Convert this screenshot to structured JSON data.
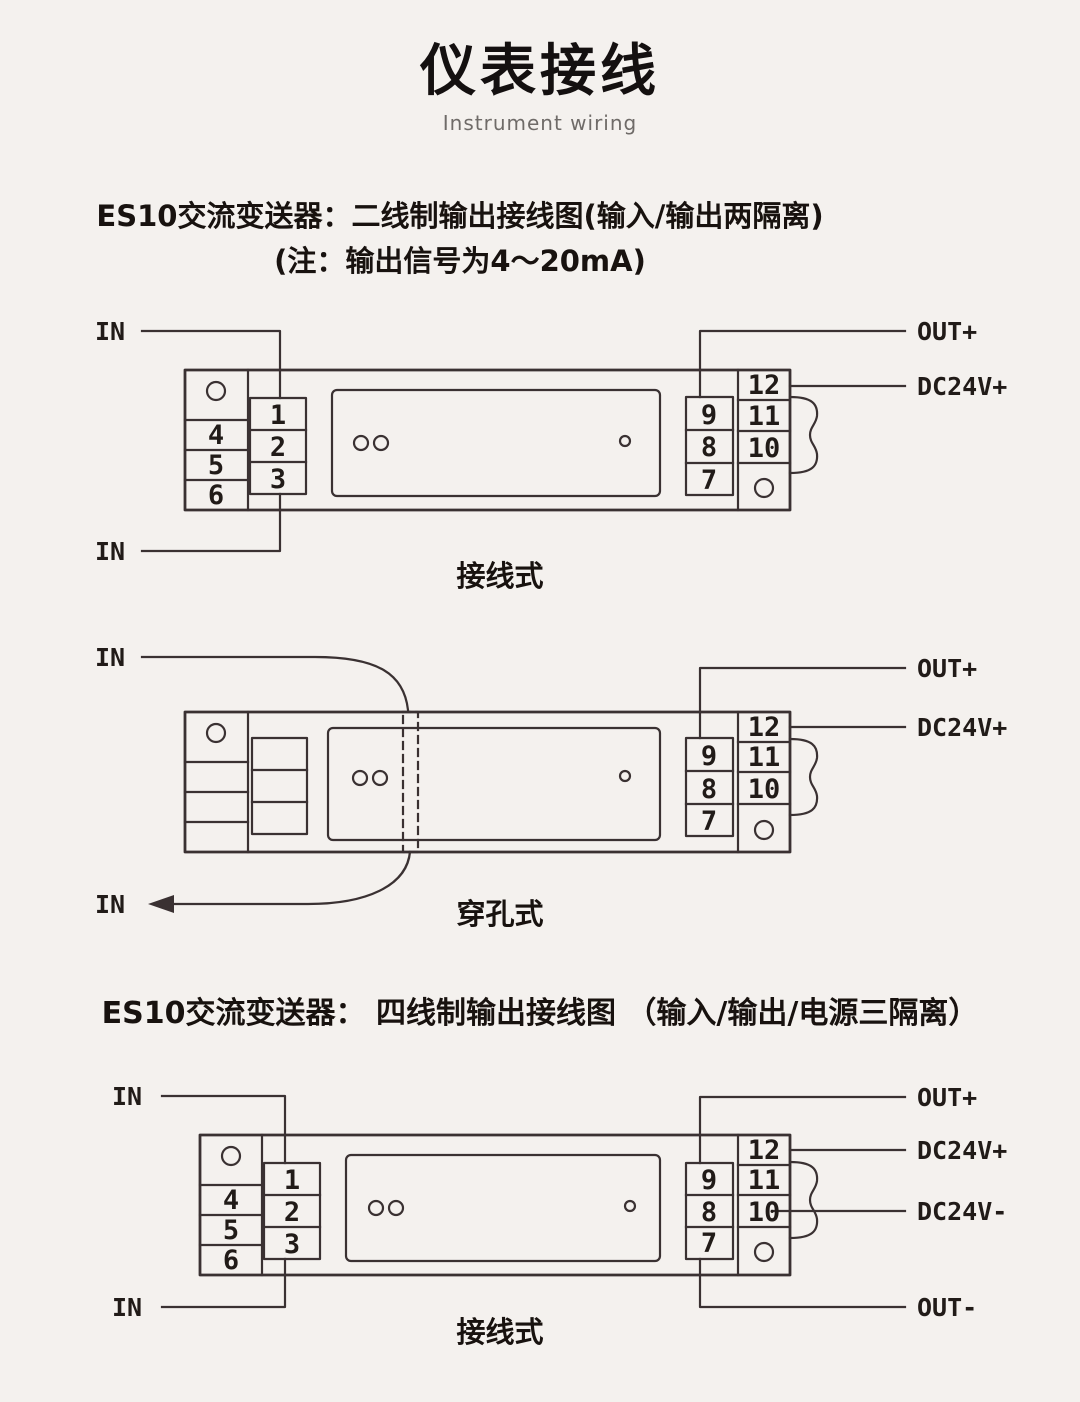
{
  "colors": {
    "background": "#f4f1ee",
    "line": "#3a3132",
    "text": "#211b18",
    "subtitle_gray": "#6f6b68"
  },
  "header": {
    "title": "仪表接线",
    "subtitle": "Instrument wiring"
  },
  "sections": [
    {
      "heading_line1": "ES10交流变送器：二线制输出接线图(输入/输出两隔离)",
      "heading_line2": "(注：输出信号为4～20mA)"
    },
    {
      "heading_line1": "ES10交流变送器： 四线制输出接线图 （输入/输出/电源三隔离）"
    }
  ],
  "diagram1": {
    "caption": "接线式",
    "in_top": "IN",
    "in_bottom": "IN",
    "out_plus": "OUT+",
    "dc24v_plus": "DC24V+",
    "left_outer": [
      "4",
      "5",
      "6"
    ],
    "left_inner": [
      "1",
      "2",
      "3"
    ],
    "right_inner": [
      "9",
      "8",
      "7"
    ],
    "right_outer": [
      "12",
      "11",
      "10"
    ]
  },
  "diagram2": {
    "caption": "穿孔式",
    "in_top": "IN",
    "in_bottom": "IN",
    "out_plus": "OUT+",
    "dc24v_plus": "DC24V+",
    "right_inner": [
      "9",
      "8",
      "7"
    ],
    "right_outer": [
      "12",
      "11",
      "10"
    ]
  },
  "diagram3": {
    "caption": "接线式",
    "in_top": "IN",
    "in_bottom": "IN",
    "out_plus": "OUT+",
    "dc24v_plus": "DC24V+",
    "dc24v_minus": "DC24V-",
    "out_minus": "OUT-",
    "left_outer": [
      "4",
      "5",
      "6"
    ],
    "left_inner": [
      "1",
      "2",
      "3"
    ],
    "right_inner": [
      "9",
      "8",
      "7"
    ],
    "right_outer": [
      "12",
      "11",
      "10"
    ]
  }
}
